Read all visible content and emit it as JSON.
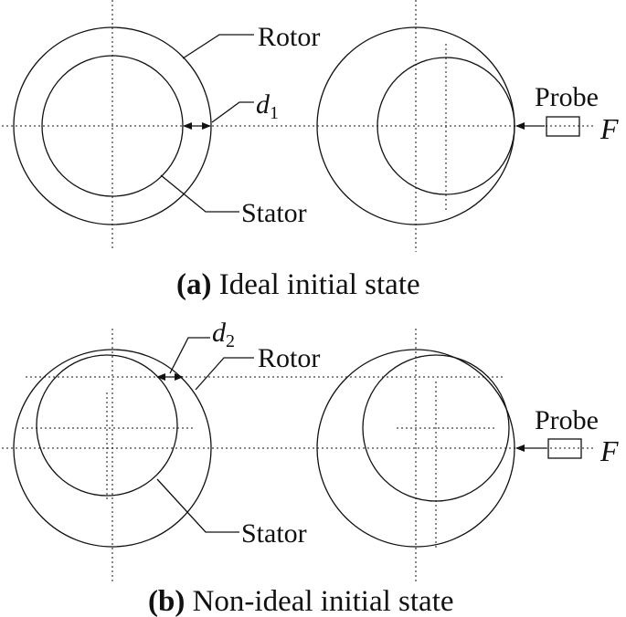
{
  "panel_a": {
    "rotor_label": "Rotor",
    "stator_label": "Stator",
    "gap_symbol": "d",
    "gap_subscript": "1",
    "probe_label": "Probe",
    "force_label": "F",
    "caption_prefix": "(a)",
    "caption_text": " Ideal initial state"
  },
  "panel_b": {
    "rotor_label": "Rotor",
    "stator_label": "Stator",
    "gap_symbol": "d",
    "gap_subscript": "2",
    "probe_label": "Probe",
    "force_label": "F",
    "caption_prefix": "(b)",
    "caption_text": " Non-ideal initial state"
  },
  "colors": {
    "ink": "#111111",
    "background": "#ffffff"
  }
}
